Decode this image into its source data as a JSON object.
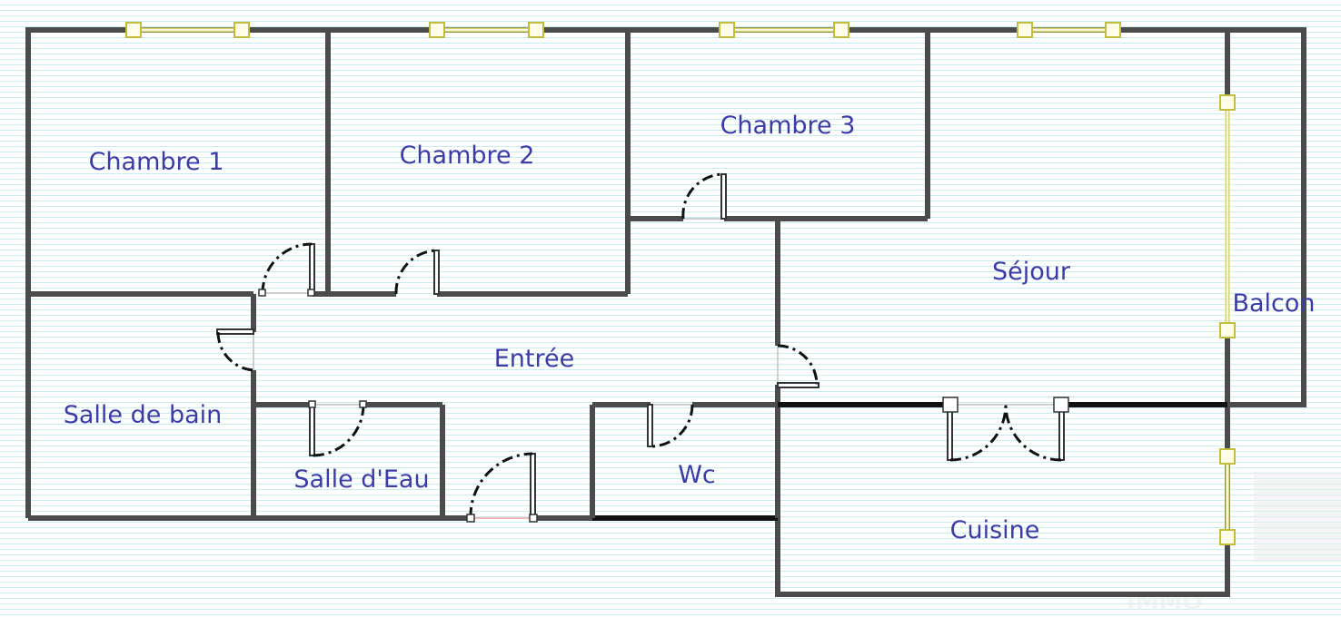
{
  "rooms": {
    "chambre1": "Chambre 1",
    "chambre2": "Chambre 2",
    "chambre3": "Chambre 3",
    "sejour": "Séjour",
    "balcon": "Balcon",
    "salle_de_bain": "Salle de bain",
    "entree": "Entrée",
    "salle_eau": "Salle d'Eau",
    "wc": "Wc",
    "cuisine": "Cuisine"
  },
  "colors": {
    "label": "#3c3ca8",
    "wall": "#4b4b4b",
    "window": "#d9d56a",
    "background_lines": "#c8ecf0"
  }
}
